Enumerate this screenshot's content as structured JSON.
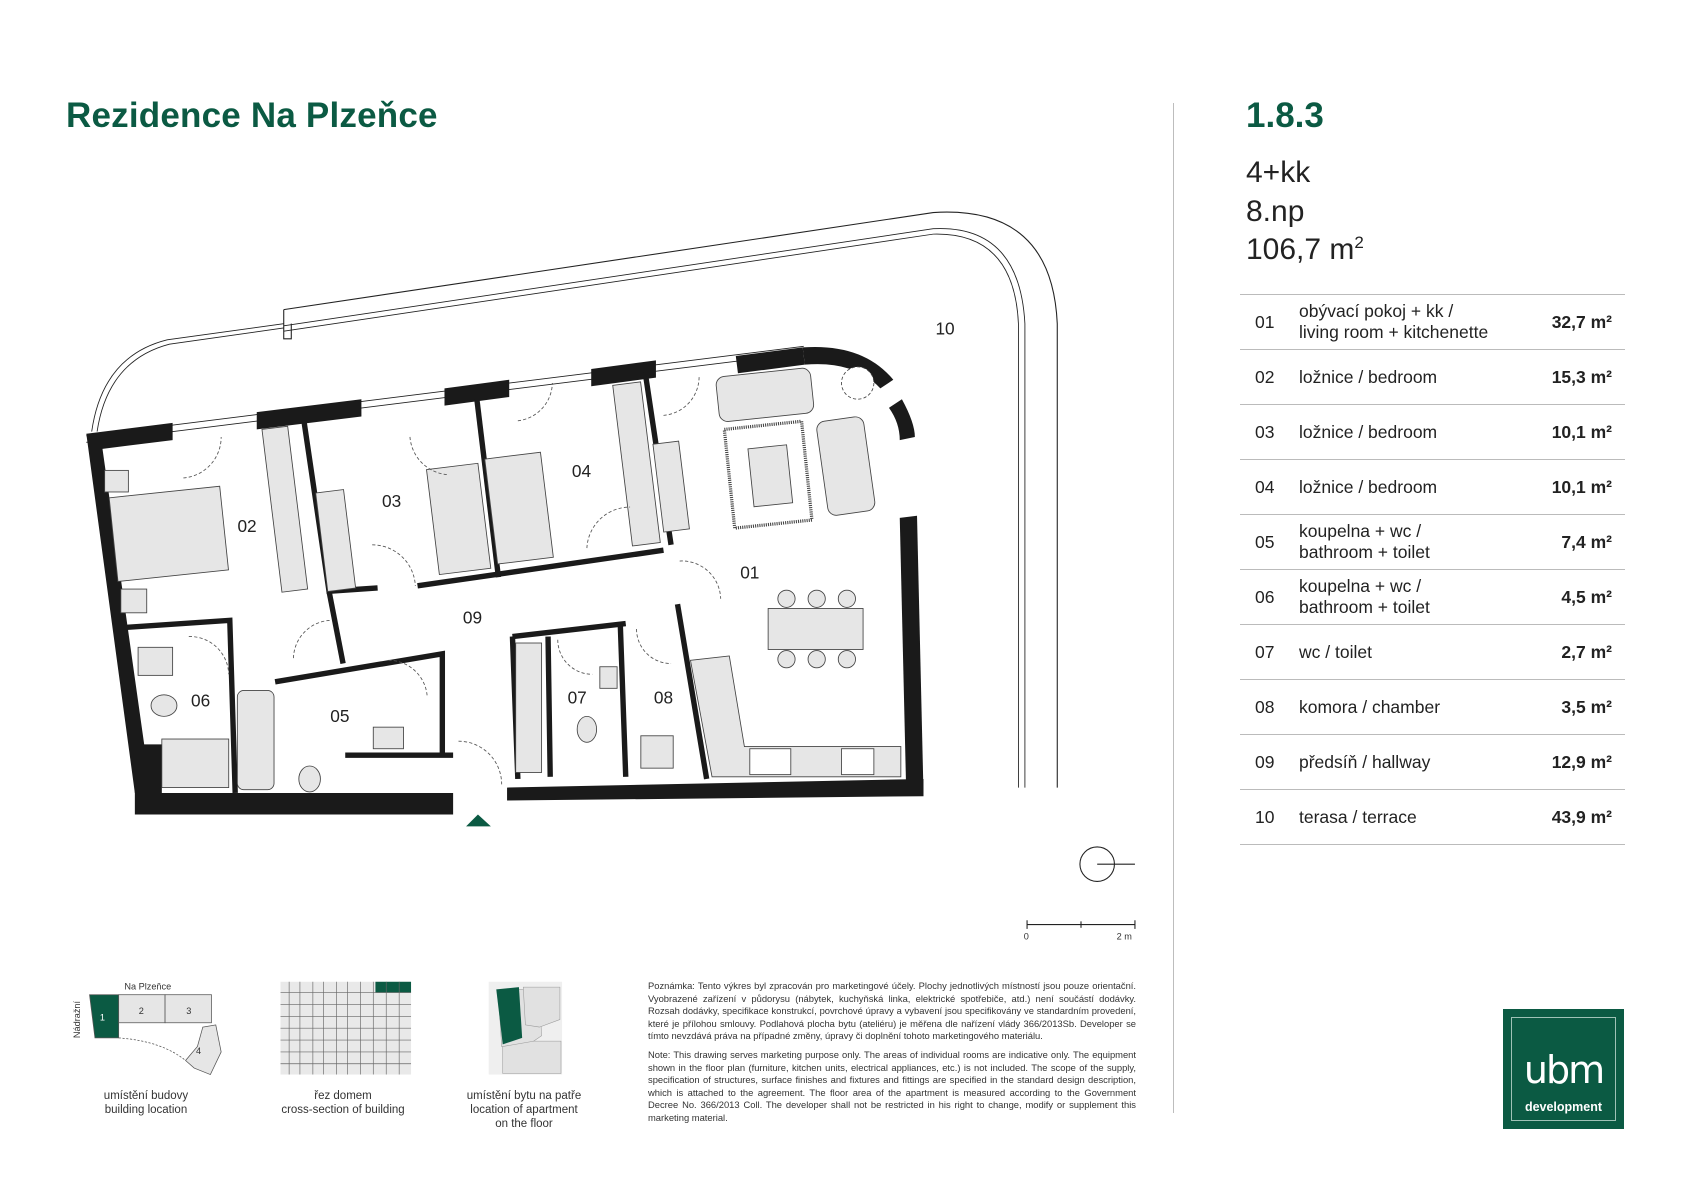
{
  "header": {
    "title": "Rezidence Na Plzeňce"
  },
  "unit": {
    "code": "1.8.3",
    "layout": "4+kk",
    "floor": "8.np",
    "area_value": "106,7 m",
    "area_sup": "2"
  },
  "rooms": [
    {
      "num": "01",
      "label": "obývací pokoj + kk /",
      "label2": "living room + kitchenette",
      "area": "32,7 m²"
    },
    {
      "num": "02",
      "label": "ložnice / bedroom",
      "area": "15,3 m²"
    },
    {
      "num": "03",
      "label": "ložnice / bedroom",
      "area": "10,1 m²"
    },
    {
      "num": "04",
      "label": "ložnice / bedroom",
      "area": "10,1 m²"
    },
    {
      "num": "05",
      "label": "koupelna + wc /",
      "label2": "bathroom + toilet",
      "area": "7,4 m²"
    },
    {
      "num": "06",
      "label": "koupelna + wc /",
      "label2": "bathroom + toilet",
      "area": "4,5 m²"
    },
    {
      "num": "07",
      "label": "wc / toilet",
      "area": "2,7 m²"
    },
    {
      "num": "08",
      "label": "komora / chamber",
      "area": "3,5 m²"
    },
    {
      "num": "09",
      "label": "předsíň / hallway",
      "area": "12,9 m²"
    },
    {
      "num": "10",
      "label": "terasa / terrace",
      "area": "43,9 m²"
    }
  ],
  "plan": {
    "room_labels": [
      "01",
      "02",
      "03",
      "04",
      "05",
      "06",
      "07",
      "08",
      "09",
      "10"
    ],
    "scale": {
      "zero": "0",
      "end": "2 m"
    }
  },
  "thumbnails": {
    "building": {
      "street_top": "Na Plzeňce",
      "street_left": "Nádražní",
      "blocks": [
        "1",
        "2",
        "3",
        "4"
      ],
      "caption1": "umístění budovy",
      "caption2": "building location"
    },
    "section": {
      "caption1": "řez domem",
      "caption2": "cross-section of building"
    },
    "floor": {
      "caption1": "umístění bytu na patře",
      "caption2": "location of apartment",
      "caption3": "on the floor"
    }
  },
  "notes": {
    "cz": "Poznámka: Tento výkres byl zpracován pro marketingové účely. Plochy jednotlivých místností jsou pouze orientační. Vyobrazené zařízení v půdorysu (nábytek, kuchyňská linka, elektrické spotřebiče, atd.) není součástí dodávky. Rozsah dodávky, specifikace konstrukcí, povrchové úpravy a vybavení jsou specifikovány ve standardním provedení, které je přílohou smlouvy. Podlahová plocha bytu (ateliéru) je měřena dle nařízení vlády 366/2013Sb. Developer se tímto nevzdává práva na případné změny, úpravy či doplnění tohoto marketingového materiálu.",
    "en": "Note: This drawing serves marketing purpose only. The areas of individual rooms are indicative only. The equipment shown in the floor plan (furniture, kitchen units, electrical appliances, etc.) is not included. The scope of the supply, specification of structures, surface finishes and fixtures and fittings are specified in the standard design description, which is attached to the agreement. The floor area of the apartment is measured according to the Government Decree No. 366/2013 Coll. The developer shall not be restricted in his right to change, modify or supplement this marketing material."
  },
  "logo": {
    "mark": "ubm",
    "sub": "development"
  },
  "colors": {
    "brand": "#0b5a43",
    "furniture": "#e6e6e6",
    "wall": "#1a1a1a"
  }
}
